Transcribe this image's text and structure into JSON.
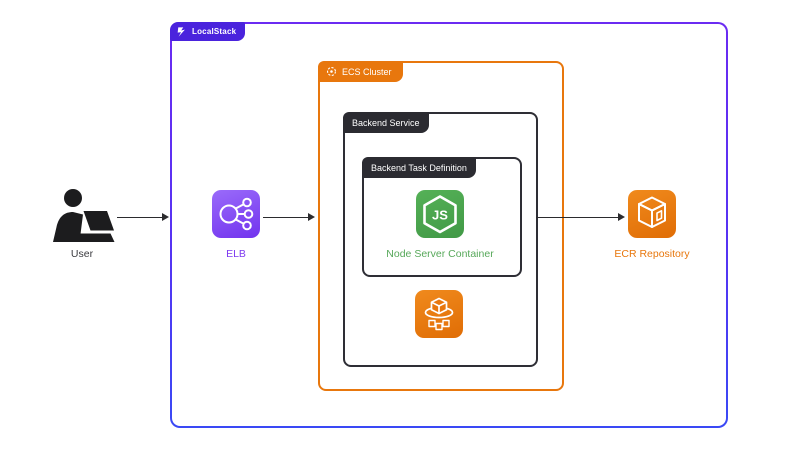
{
  "localstack": {
    "label": "LocalStack",
    "tab_color": "#4A23DD",
    "border_top_color": "#6B2BF2",
    "border_bottom_color": "#3A49F5"
  },
  "ecs_cluster": {
    "label": "ECS Cluster",
    "color": "#E8770D"
  },
  "backend_service": {
    "label": "Backend Service",
    "color": "#2B2B31"
  },
  "task_definition": {
    "label": "Backend Task Definition",
    "color": "#2B2B31"
  },
  "nodes": {
    "user": {
      "label": "User",
      "color": "#1C1C1E"
    },
    "elb": {
      "label": "ELB",
      "label_color": "#7E3BF0",
      "icon_color": "#8C4FFF"
    },
    "node_container": {
      "label": "Node Server Container",
      "icon_text": "JS",
      "label_color": "#57A85A",
      "icon_color": "#4CA64F"
    },
    "ecs_service": {
      "icon_color": "#E8770D"
    },
    "ecr": {
      "label": "ECR Repository",
      "label_color": "#E8770D",
      "icon_color": "#E8770D"
    }
  }
}
